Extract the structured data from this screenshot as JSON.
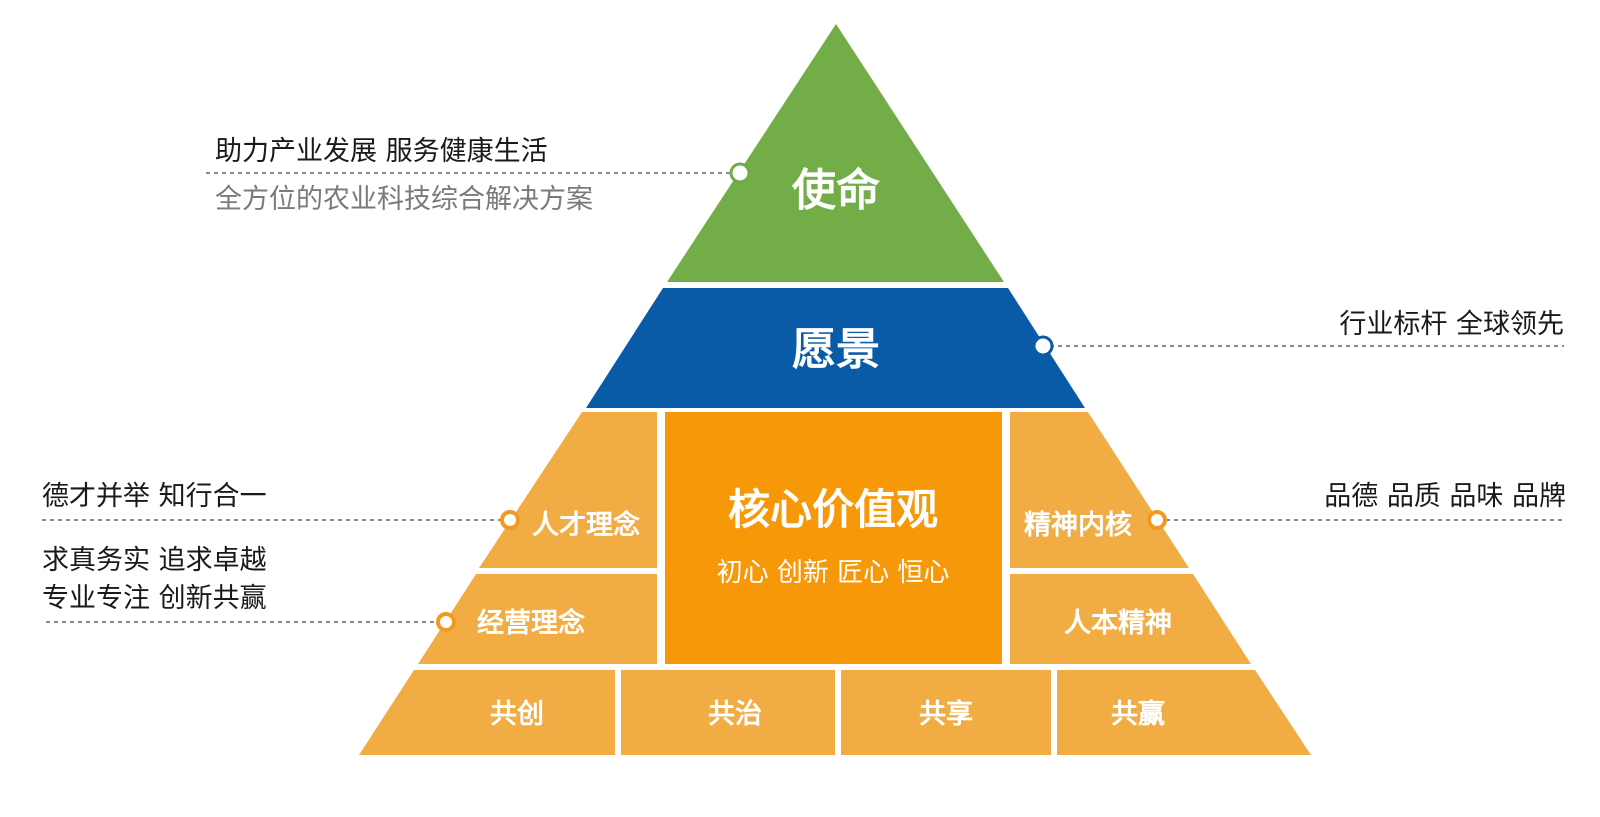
{
  "colors": {
    "mission": "#72ad47",
    "vision": "#0a5ba7",
    "values_outer": "#f2ac44",
    "values_core": "#f79808"
  },
  "mission": {
    "title": "使命",
    "line1": "助力产业发展  服务健康生活",
    "line2": "全方位的农业科技综合解决方案"
  },
  "vision": {
    "title": "愿景",
    "note": "行业标杆  全球领先"
  },
  "core": {
    "title": "核心价值观",
    "subtitle": "初心 创新 匠心 恒心"
  },
  "left_blocks": [
    {
      "label": "人才理念",
      "note_lines": [
        "德才并举  知行合一"
      ]
    },
    {
      "label": "经营理念",
      "note_lines": [
        "求真务实  追求卓越",
        "专业专注  创新共赢"
      ]
    }
  ],
  "right_blocks": [
    {
      "label": "精神内核",
      "note": "品德 品质 品味 品牌"
    },
    {
      "label": "人本精神"
    }
  ],
  "bottom_row": [
    "共创",
    "共治",
    "共享",
    "共赢"
  ]
}
